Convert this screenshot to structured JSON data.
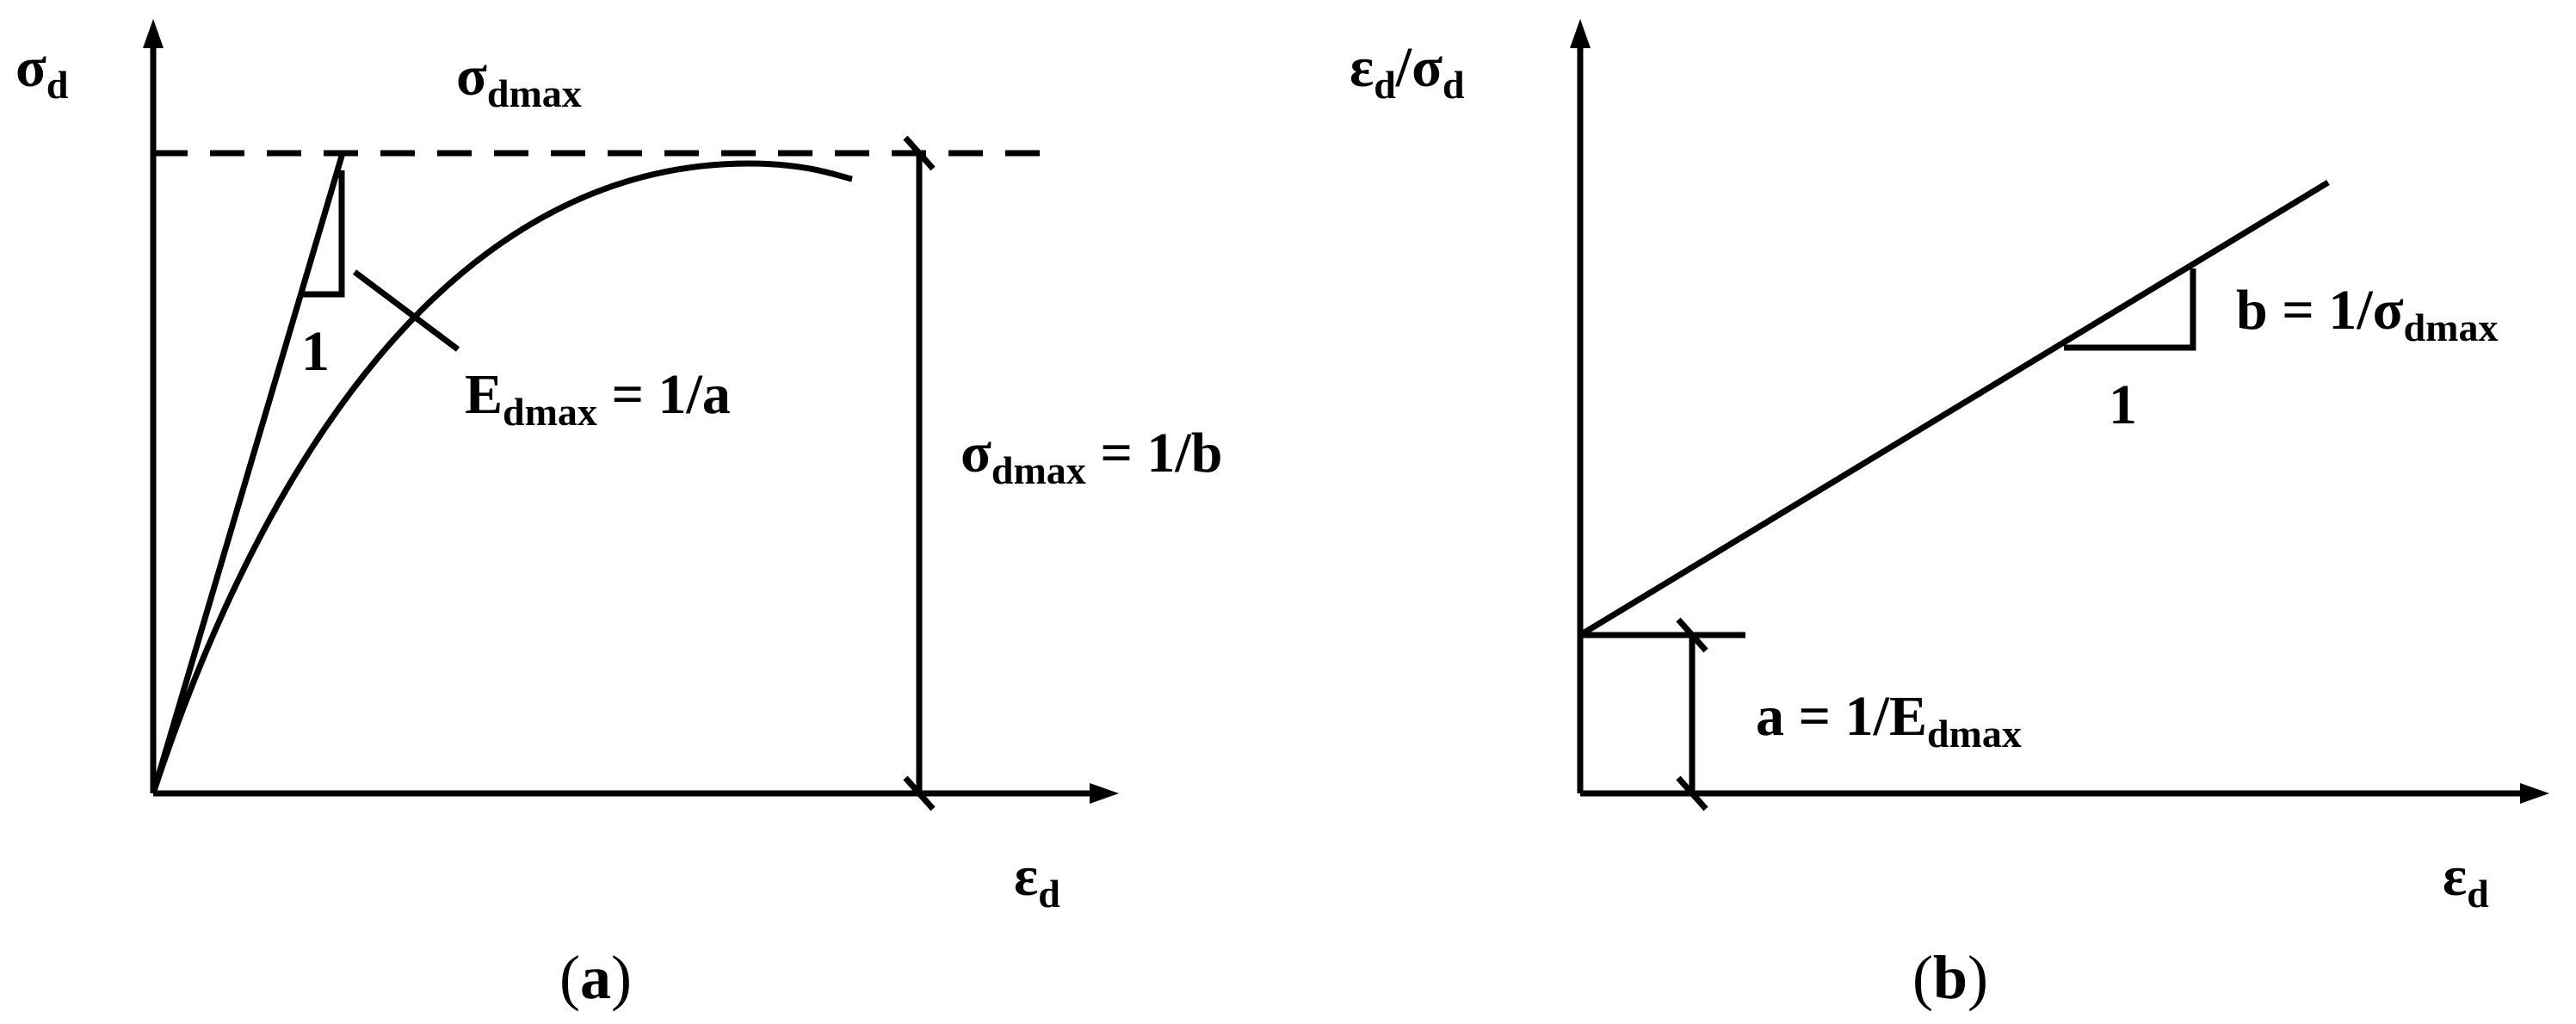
{
  "figure_a": {
    "caption_open": "(",
    "caption_letter": "a",
    "caption_close": ")",
    "y_axis_symbol": "σ",
    "y_axis_sub": "d",
    "x_axis_symbol": "ε",
    "x_axis_sub": "d",
    "asymptote_symbol": "σ",
    "asymptote_sub": "dmax",
    "slope_run": "1",
    "modulus_symbol": "E",
    "modulus_sub": "dmax",
    "modulus_eq": " = 1/a",
    "max_symbol": "σ",
    "max_sub": "dmax",
    "max_eq": " = 1/b"
  },
  "figure_b": {
    "caption_open": "(",
    "caption_letter": "b",
    "caption_close": ")",
    "y_axis_num_symbol": "ε",
    "y_axis_num_sub": "d",
    "y_axis_slash": "/",
    "y_axis_den_symbol": "σ",
    "y_axis_den_sub": "d",
    "x_axis_symbol": "ε",
    "x_axis_sub": "d",
    "slope_prefix": "b = 1/",
    "slope_symbol": "σ",
    "slope_sub": "dmax",
    "slope_run": "1",
    "intercept_prefix": "a = 1/E",
    "intercept_sub": "dmax"
  }
}
